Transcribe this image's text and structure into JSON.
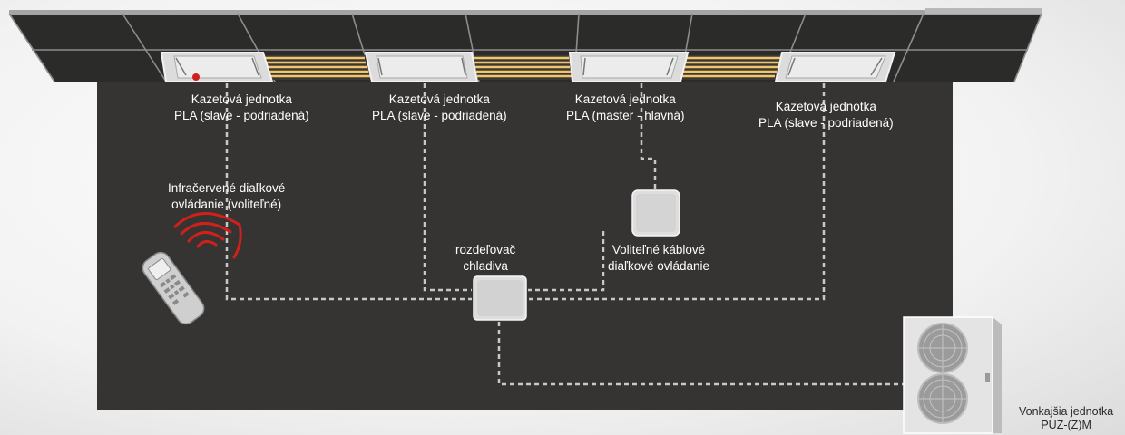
{
  "units": {
    "cassette_slave_1": {
      "line1": "Kazetová jednotka",
      "line2": "PLA (slave - podriadená)"
    },
    "cassette_slave_2": {
      "line1": "Kazetová jednotka",
      "line2": "PLA (slave - podriadená)"
    },
    "cassette_master": {
      "line1": "Kazetová jednotka",
      "line2": "PLA (master - hlavná)"
    },
    "cassette_slave_3": {
      "line1": "Kazetová jednotka",
      "line2": "PLA (slave - podriadená)"
    }
  },
  "ir_remote": {
    "line1": "Infračervené diaľkové",
    "line2": "ovládanie (voliteľné)"
  },
  "splitter": {
    "line1": "rozdeľovač",
    "line2": "chladiva"
  },
  "wired_remote": {
    "line1": "Voliteľné káblové",
    "line2": "diaľkové ovládanie"
  },
  "outdoor_unit": {
    "line1": "Vonkajšia jednotka",
    "line2": "PUZ-(Z)M"
  },
  "colors": {
    "wall": "#353433",
    "ceiling_tile": "#2b2b2a",
    "ceiling_frame": "#9a9a9a",
    "slot": "#f2c56b",
    "wire": "#c8c8c8",
    "ir_wave": "#d0201c"
  }
}
